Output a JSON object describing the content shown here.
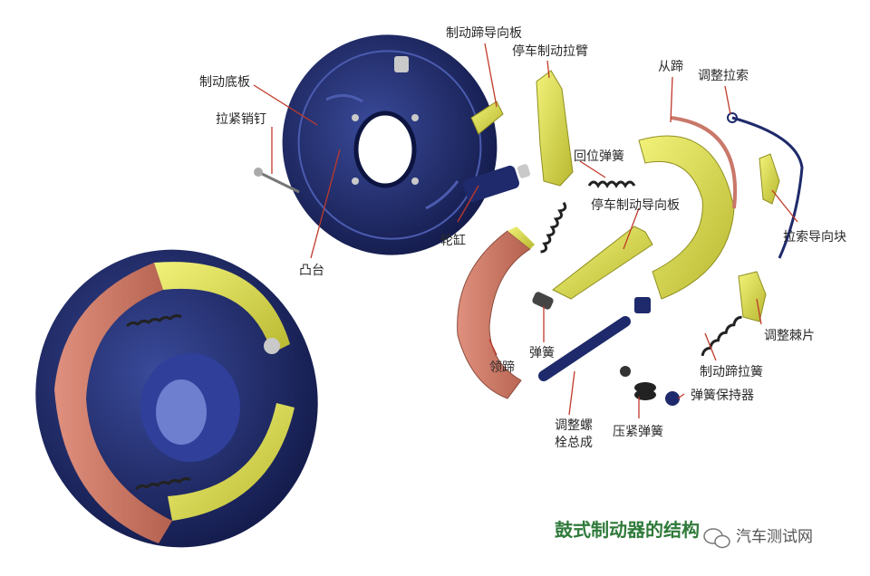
{
  "title": "鼓式制动器的结构",
  "top_title_fragment": "",
  "watermark": {
    "text": "汽车测试网",
    "icon": "wechat-icon"
  },
  "labels": {
    "shoe_guide_plate": "制动蹄导向板",
    "parking_lever": "停车制动拉臂",
    "trailing_shoe": "从蹄",
    "adjust_cable": "调整拉索",
    "backing_plate": "制动底板",
    "hold_pin": "拉紧销钉",
    "return_spring": "回位弹簧",
    "parking_guide_plate": "停车制动导向板",
    "wheel_cylinder": "轮缸",
    "cable_guide": "拉索导向块",
    "boss": "凸台",
    "adjust_pawl": "调整棘片",
    "spring": "弹簧",
    "leading_shoe": "领蹄",
    "shoe_spring": "制动蹄拉簧",
    "spring_retainer": "弹簧保持器",
    "adjuster_line1": "调整螺",
    "adjuster_line2": "栓总成",
    "hold_spring": "压紧弹簧"
  },
  "colors": {
    "backing_plate": "#1e2a6b",
    "shoe_metal": "#d8d84a",
    "lining": "#c9786a",
    "leader_line": "#c0392b",
    "title": "#2f7a3a"
  }
}
